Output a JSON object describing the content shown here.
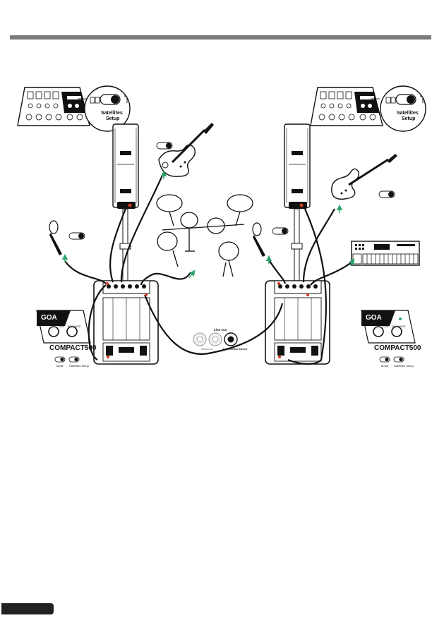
{
  "left_panel": {
    "brand": "GOA",
    "model": "COMPACT500",
    "knob_sub": "SUB",
    "knob_balance": "BALANCE",
    "switch_mode": "Mode",
    "switch_setup": "Satellites Setup"
  },
  "right_panel": {
    "brand": "GOA",
    "model": "COMPACT500",
    "knob_sub": "SUB",
    "knob_balance": "BALANCE",
    "switch_mode": "Mode",
    "switch_setup": "Satellites Setup"
  },
  "left_callout": {
    "line1": "Satellites",
    "line2": "Setup"
  },
  "right_callout": {
    "line1": "Satellites",
    "line2": "Setup"
  },
  "center_jacks": {
    "top_label": "Line Out",
    "left_label": "Balanced",
    "right_label": "Link In/Out Stereo"
  },
  "sources": [
    "microphone",
    "electric-guitar",
    "drum-kit",
    "microphone",
    "electric-guitar",
    "keyboard"
  ]
}
